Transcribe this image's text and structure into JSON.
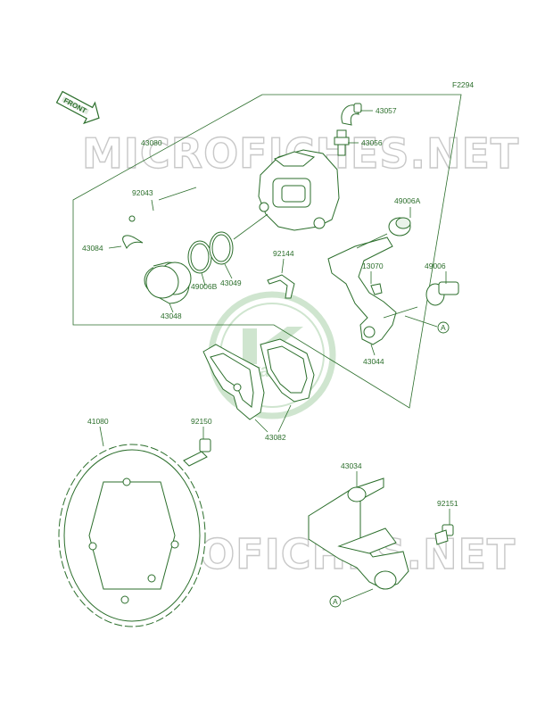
{
  "figure_code": "F2294",
  "front_label": "FRONT",
  "watermark": "MICROFICHES.NET",
  "logo_text": "Kawasaki",
  "reference_marker": "A",
  "colors": {
    "line": "#2b6e2b",
    "watermark": "#c8c8c8",
    "logo": "#cfe5cf"
  },
  "parts": {
    "p43057": "43057",
    "p43056": "43056",
    "p43080": "43080",
    "p92043": "92043",
    "p49006A": "49006A",
    "p43084": "43084",
    "p92144": "92144",
    "p13070": "13070",
    "p49006": "49006",
    "p49006B": "49006B",
    "p43049": "43049",
    "p43048": "43048",
    "p43044": "43044",
    "p43082": "43082",
    "p41080": "41080",
    "p92150": "92150",
    "p43034": "43034",
    "p92151": "92151"
  }
}
